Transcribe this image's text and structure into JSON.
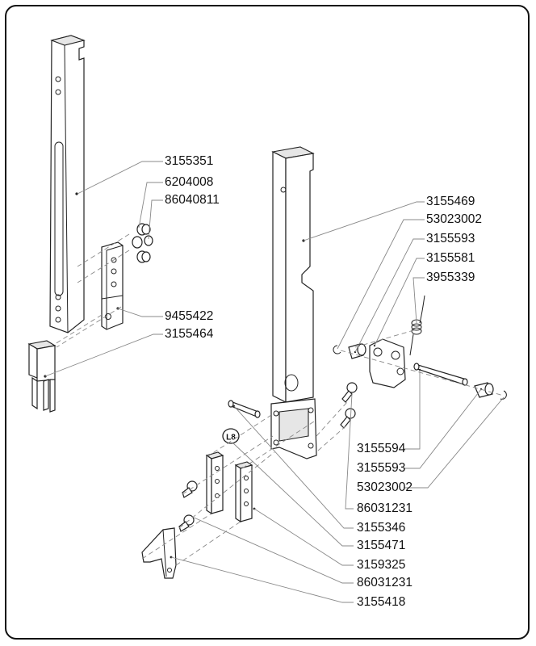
{
  "diagram": {
    "type": "exploded parts diagram",
    "marker_label": "L8",
    "labels_left": [
      {
        "id": "3155351",
        "text": "3155351"
      },
      {
        "id": "6204008",
        "text": "6204008"
      },
      {
        "id": "86040811",
        "text": "86040811"
      },
      {
        "id": "9455422",
        "text": "9455422"
      },
      {
        "id": "3155464",
        "text": "3155464"
      }
    ],
    "labels_right_top": [
      {
        "id": "3155469",
        "text": "3155469"
      },
      {
        "id": "53023002",
        "text": "53023002"
      },
      {
        "id": "3155593",
        "text": "3155593"
      },
      {
        "id": "3155581",
        "text": "3155581"
      },
      {
        "id": "3955339",
        "text": "3955339"
      }
    ],
    "labels_bottom": [
      {
        "id": "3155594",
        "text": "3155594"
      },
      {
        "id": "3155593b",
        "text": "3155593"
      },
      {
        "id": "53023002b",
        "text": "53023002"
      },
      {
        "id": "86031231",
        "text": "86031231"
      },
      {
        "id": "3155346",
        "text": "3155346"
      },
      {
        "id": "3155471",
        "text": "3155471"
      },
      {
        "id": "3159325",
        "text": "3159325"
      },
      {
        "id": "86031231b",
        "text": "86031231"
      },
      {
        "id": "3155418",
        "text": "3155418"
      }
    ]
  }
}
